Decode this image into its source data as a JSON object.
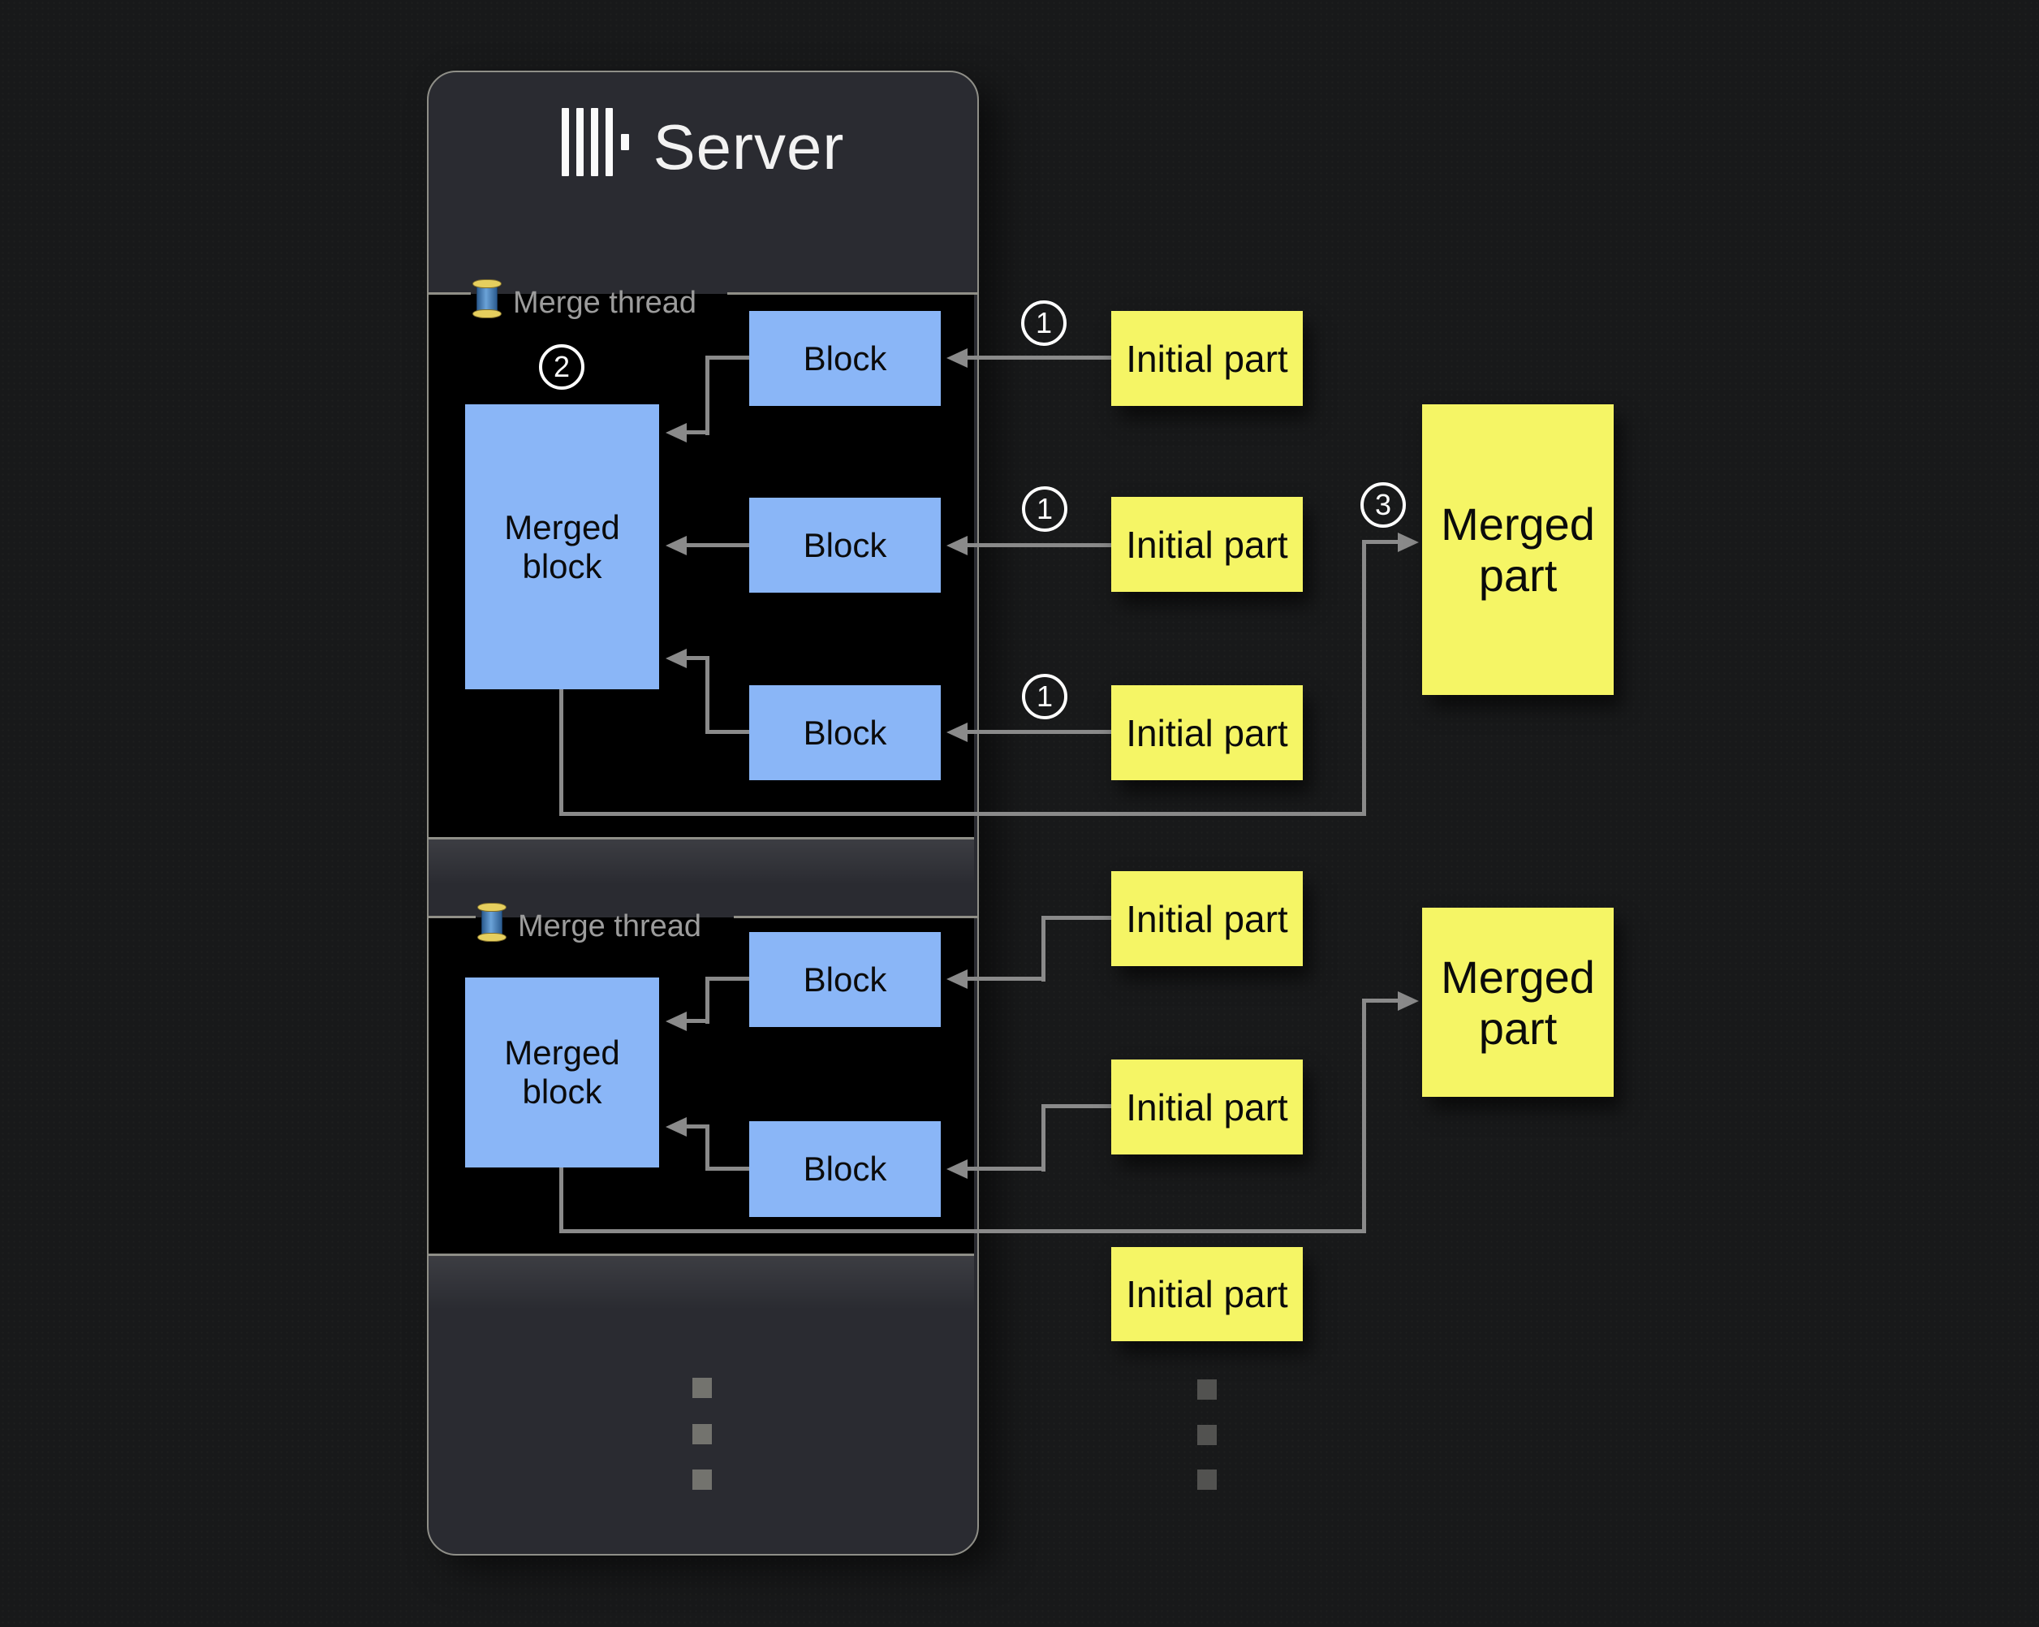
{
  "server": {
    "title": "Server",
    "logo_icon": "clickhouse-bars-logo"
  },
  "threads": [
    {
      "label": "Merge thread",
      "icon": "thread-spool-icon",
      "merged_block": "Merged block",
      "blocks": [
        "Block",
        "Block",
        "Block"
      ]
    },
    {
      "label": "Merge thread",
      "icon": "thread-spool-icon",
      "merged_block": "Merged block",
      "blocks": [
        "Block",
        "Block"
      ]
    }
  ],
  "parts": {
    "initial": [
      "Initial part",
      "Initial part",
      "Initial part",
      "Initial part",
      "Initial part",
      "Initial part"
    ],
    "merged": [
      "Merged part",
      "Merged part"
    ]
  },
  "badges": {
    "insert_step": "1",
    "merge_step": "2",
    "result_step": "3"
  },
  "icons": {
    "server_more": "vertical-ellipsis",
    "parts_more": "vertical-ellipsis"
  },
  "colors": {
    "background": "#18191a",
    "server_panel": "#2a2b31",
    "panel_border": "#8f8f88",
    "block_fill": "#8ab6f7",
    "part_fill": "#f5f565",
    "connector": "#8a8a8a",
    "thread_label": "#9c9c9c"
  }
}
